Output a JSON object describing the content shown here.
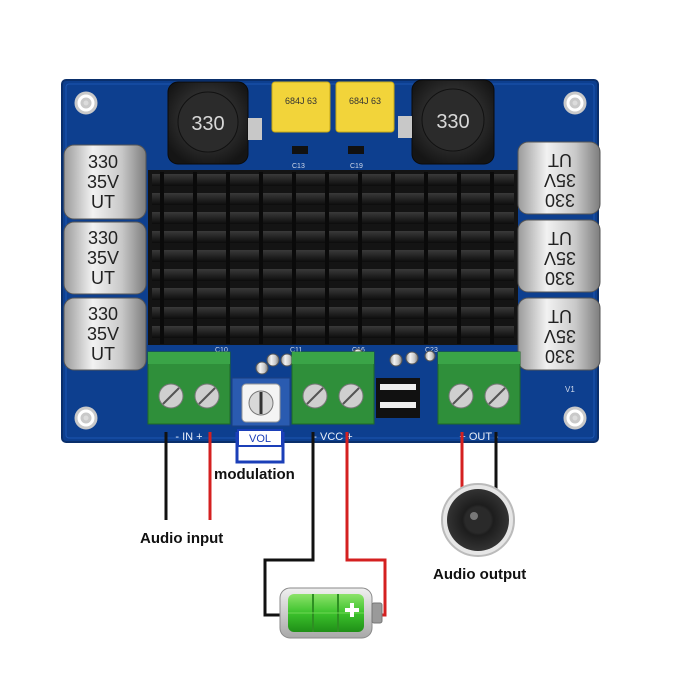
{
  "board": {
    "inductor_label": "330",
    "film_cap_label": "684J 63",
    "cap_value": "330",
    "cap_voltage": "35V",
    "cap_brand": "UT",
    "ref_c13": "C13",
    "ref_c19": "C19",
    "ref_c10": "C10",
    "ref_c11": "C11",
    "ref_c16": "C16",
    "ref_c23": "C23",
    "ref_v1": "V1",
    "silk_in": "-  IN  +",
    "silk_vol": "VOL",
    "silk_vcc": "-  VCC  +",
    "silk_out": "+  OUT  -"
  },
  "labels": {
    "modulation": "modulation",
    "audio_input": "Audio input",
    "audio_output": "Audio output"
  },
  "colors": {
    "pcb": "#0d3f8f",
    "heatsink": "#1a1a1a",
    "terminal": "#2f8f3a",
    "wire_black": "#111111",
    "wire_red": "#d42020",
    "battery_green": "#38c12a"
  },
  "icons": [
    "battery-icon",
    "speaker-icon"
  ]
}
